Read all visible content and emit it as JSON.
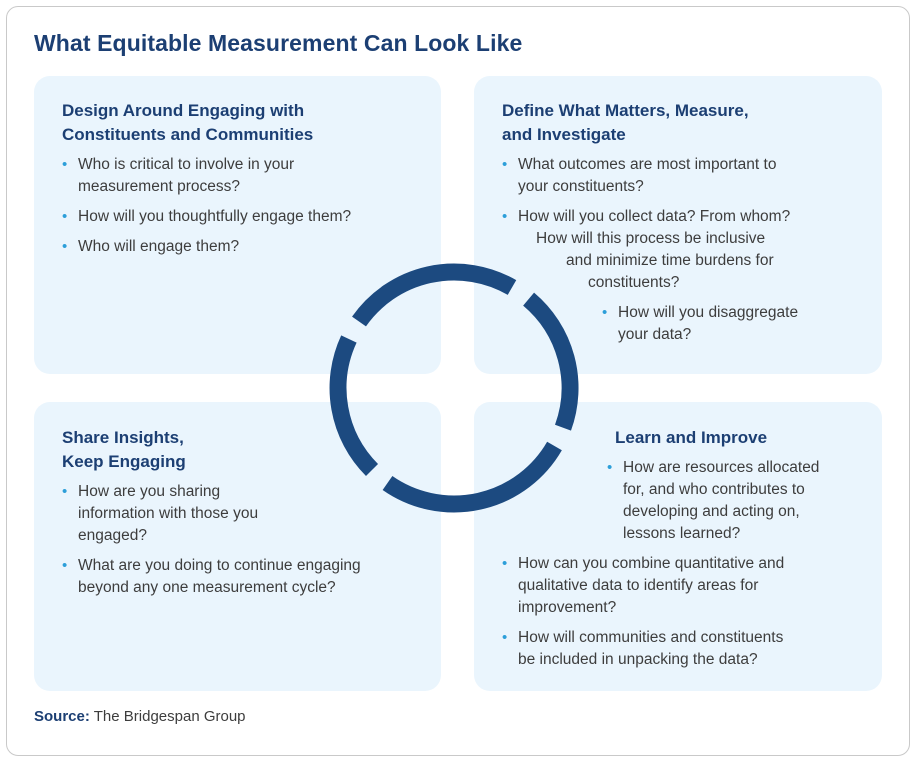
{
  "title": "What Equitable Measurement Can Look Like",
  "quadrants": [
    {
      "title": "Design Around Engaging with\nConstituents and Communities",
      "items": [
        "Who is critical to involve in your\nmeasurement process?",
        "How will you thoughtfully engage them?",
        "Who will engage them?"
      ]
    },
    {
      "title": "Define What Matters, Measure,\nand Investigate",
      "items": [
        "What outcomes are most important to\nyour constituents?",
        "How will you collect data? From whom?",
        "How will this process be inclusive",
        "and minimize time burdens for",
        "constituents?",
        "How will you disaggregate\nyour data?"
      ]
    },
    {
      "title": "Share Insights,\nKeep Engaging",
      "items": [
        "How are you sharing\ninformation with those you\nengaged?",
        "What are you doing to continue engaging\nbeyond any one measurement cycle?"
      ]
    },
    {
      "title": "Learn and Improve",
      "items": [
        "How are resources allocated\nfor, and who contributes to\ndeveloping and acting on,\nlessons learned?",
        "How can you combine quantitative and\nqualitative data to identify areas for\nimprovement?",
        "How will communities and constituents\nbe included in unpacking the data?"
      ]
    }
  ],
  "source": {
    "label": "Source:",
    "text": "The Bridgespan Group"
  },
  "colors": {
    "title": "#1c3f73",
    "panel": "#eaf5fd",
    "bullet": "#2d9fd9",
    "cycle": "#1c4a80",
    "body": "#3d3d3d"
  }
}
